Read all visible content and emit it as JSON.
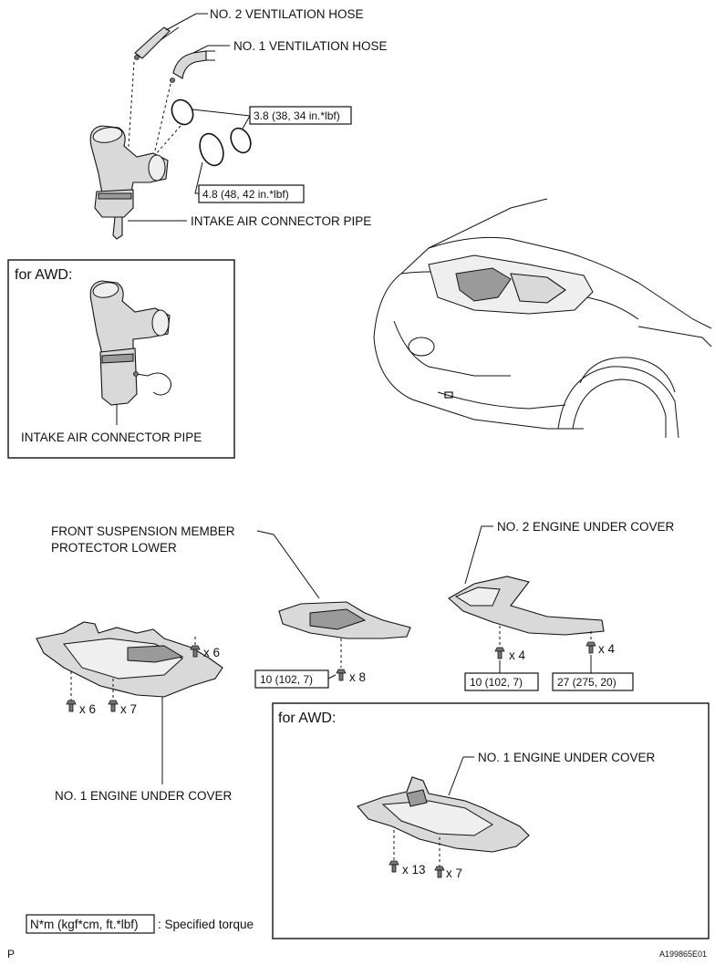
{
  "labels": {
    "no2_vent_hose": "NO. 2 VENTILATION HOSE",
    "no1_vent_hose": "NO. 1 VENTILATION HOSE",
    "intake_pipe": "INTAKE AIR CONNECTOR PIPE",
    "awd_intake_pipe": "INTAKE AIR CONNECTOR PIPE",
    "front_susp_line1": "FRONT SUSPENSION MEMBER",
    "front_susp_line2": "PROTECTOR LOWER",
    "no2_under_cover": "NO. 2 ENGINE UNDER COVER",
    "no1_under_cover": "NO. 1 ENGINE UNDER COVER",
    "awd_no1_under_cover": "NO. 1 ENGINE UNDER COVER"
  },
  "torques": {
    "clamp_small": "3.8 (38, 34 in.*lbf)",
    "clamp_large": "4.8 (48, 42 in.*lbf)",
    "front_susp": "10 (102, 7)",
    "no2_cover_a": "10 (102, 7)",
    "no2_cover_b": "27 (275, 20)"
  },
  "panels": {
    "awd_top": "for AWD:",
    "awd_bottom": "for AWD:"
  },
  "counts": {
    "no1_top": "x 6",
    "no1_left": "x 6",
    "no1_mid": "x 7",
    "front_susp": "x 8",
    "no2_a": "x 4",
    "no2_b": "x 4",
    "awd_a": "x 13",
    "awd_b": "x 7"
  },
  "legend": {
    "unit": "N*m (kgf*cm, ft.*lbf)",
    "text": ": Specified torque"
  },
  "footer": {
    "left_code": "P",
    "figure_id": "A199865E01"
  }
}
